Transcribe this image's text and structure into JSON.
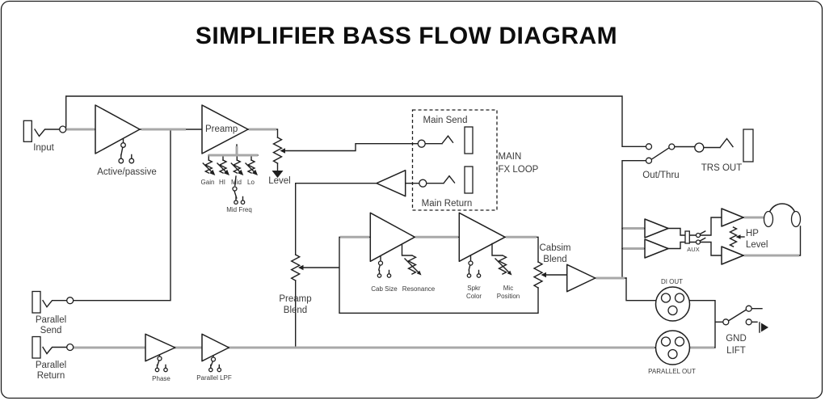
{
  "title": "SIMPLIFIER BASS FLOW DIAGRAM",
  "colors": {
    "line": "#1f1f1f",
    "signal_bus": "#a8a8a8",
    "background": "#ffffff",
    "text": "#3a3a3a"
  },
  "input_stage": {
    "jack": "Input",
    "buffer_switch": "Active/passive"
  },
  "preamp_stage": {
    "amp": "Preamp",
    "eq_controls": [
      "Gain",
      "HI",
      "Mid",
      "Lo"
    ],
    "mid_freq_switch": "Mid Freq",
    "level_control": "Level"
  },
  "main_fx_loop": {
    "send_jack": "Main Send",
    "return_jack": "Main Return",
    "box_label": [
      "MAIN",
      "FX LOOP"
    ]
  },
  "preamp_blend": {
    "label": [
      "Preamp",
      "Blend"
    ]
  },
  "cabsim_stage": {
    "cab_size_switch": "Cab Size",
    "resonance_control": "Resonance",
    "spkr_color_switch": [
      "Spkr",
      "Color"
    ],
    "mic_position_control": [
      "Mic",
      "Position"
    ],
    "blend_control": [
      "Cabsim",
      "Blend"
    ]
  },
  "main_output": {
    "out_thru_switch": "Out/Thru",
    "trs_jack": "TRS OUT"
  },
  "headphone_stage": {
    "aux_jack": "AUX",
    "hp_level_control": [
      "HP",
      "Level"
    ]
  },
  "xlr_outputs": {
    "di_out": "DI OUT",
    "parallel_out": "PARALLEL OUT",
    "gnd_lift_switch": [
      "GND",
      "LIFT"
    ]
  },
  "parallel_loop": {
    "send_jack": [
      "Parallel",
      "Send"
    ],
    "return_jack": [
      "Parallel",
      "Return"
    ],
    "phase_switch": "Phase",
    "lpf_switch": "Parallel LPF"
  }
}
